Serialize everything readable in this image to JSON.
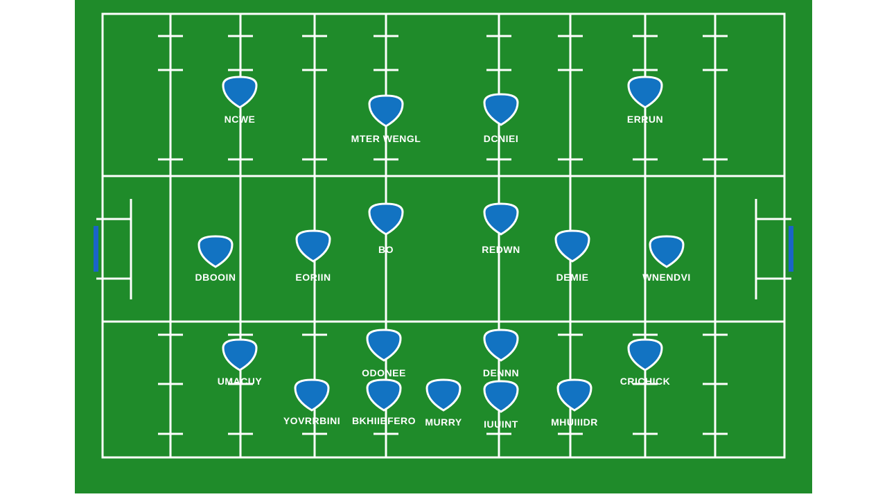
{
  "colors": {
    "pitch": "#1f8b2a",
    "lines": "#ffffff",
    "marker_fill": "#1273c2",
    "marker_stroke": "#ffffff",
    "goal": "#1a64c8"
  },
  "marker_icon": "shield-icon",
  "players": [
    {
      "name": "NCWE"
    },
    {
      "name": "MTER WENGL"
    },
    {
      "name": "DCNIEI"
    },
    {
      "name": "ERRUN"
    },
    {
      "name": "BO"
    },
    {
      "name": "REDWN"
    },
    {
      "name": "DBOOIN"
    },
    {
      "name": "EORIIN"
    },
    {
      "name": "DEMIE"
    },
    {
      "name": "WNENDVI"
    },
    {
      "name": "UMACUY"
    },
    {
      "name": "ODONEE"
    },
    {
      "name": "DENNN"
    },
    {
      "name": "CRICHICK"
    },
    {
      "name": "YOVRRBINI"
    },
    {
      "name": "BKHIIBFERO"
    },
    {
      "name": "MURRY"
    },
    {
      "name": "IUUINT"
    },
    {
      "name": "MHUIIIDR"
    }
  ]
}
